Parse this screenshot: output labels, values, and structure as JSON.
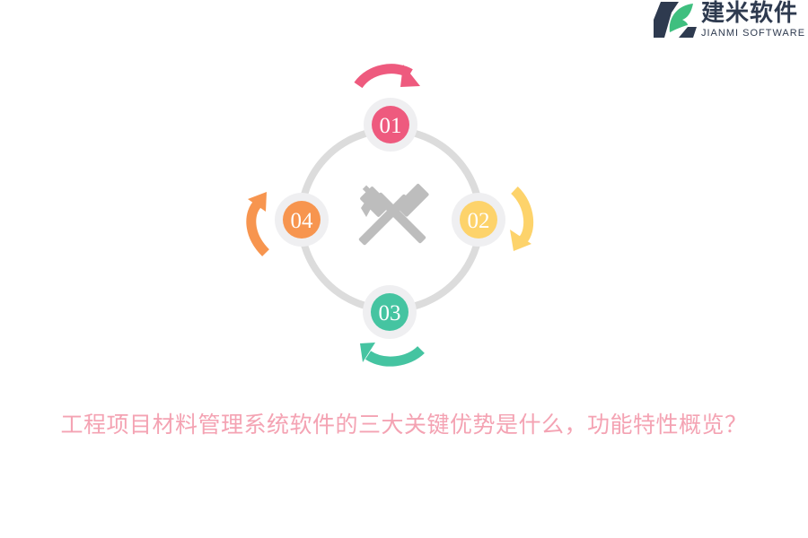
{
  "logo": {
    "name_cn": "建米软件",
    "name_en": "JIANMI SOFTWARE",
    "colors": {
      "dark": "#2e3a4f",
      "green": "#3fbf7f"
    }
  },
  "diagram": {
    "center_icon": "crossed-hammers-icon",
    "steps": [
      {
        "label": "01",
        "color": "#ee5a7e",
        "arrow": "clockwise-arrow-top"
      },
      {
        "label": "02",
        "color": "#fdd36b",
        "arrow": "clockwise-arrow-right"
      },
      {
        "label": "03",
        "color": "#45c4a1",
        "arrow": "clockwise-arrow-bottom"
      },
      {
        "label": "04",
        "color": "#f7954f",
        "arrow": "clockwise-arrow-left"
      }
    ],
    "ring_color": "#dcdcdc",
    "halo_color": "#efeff1",
    "icon_color": "#bdbdbd"
  },
  "title": "工程项目材料管理系统软件的三大关键优势是什么，功能特性概览？"
}
